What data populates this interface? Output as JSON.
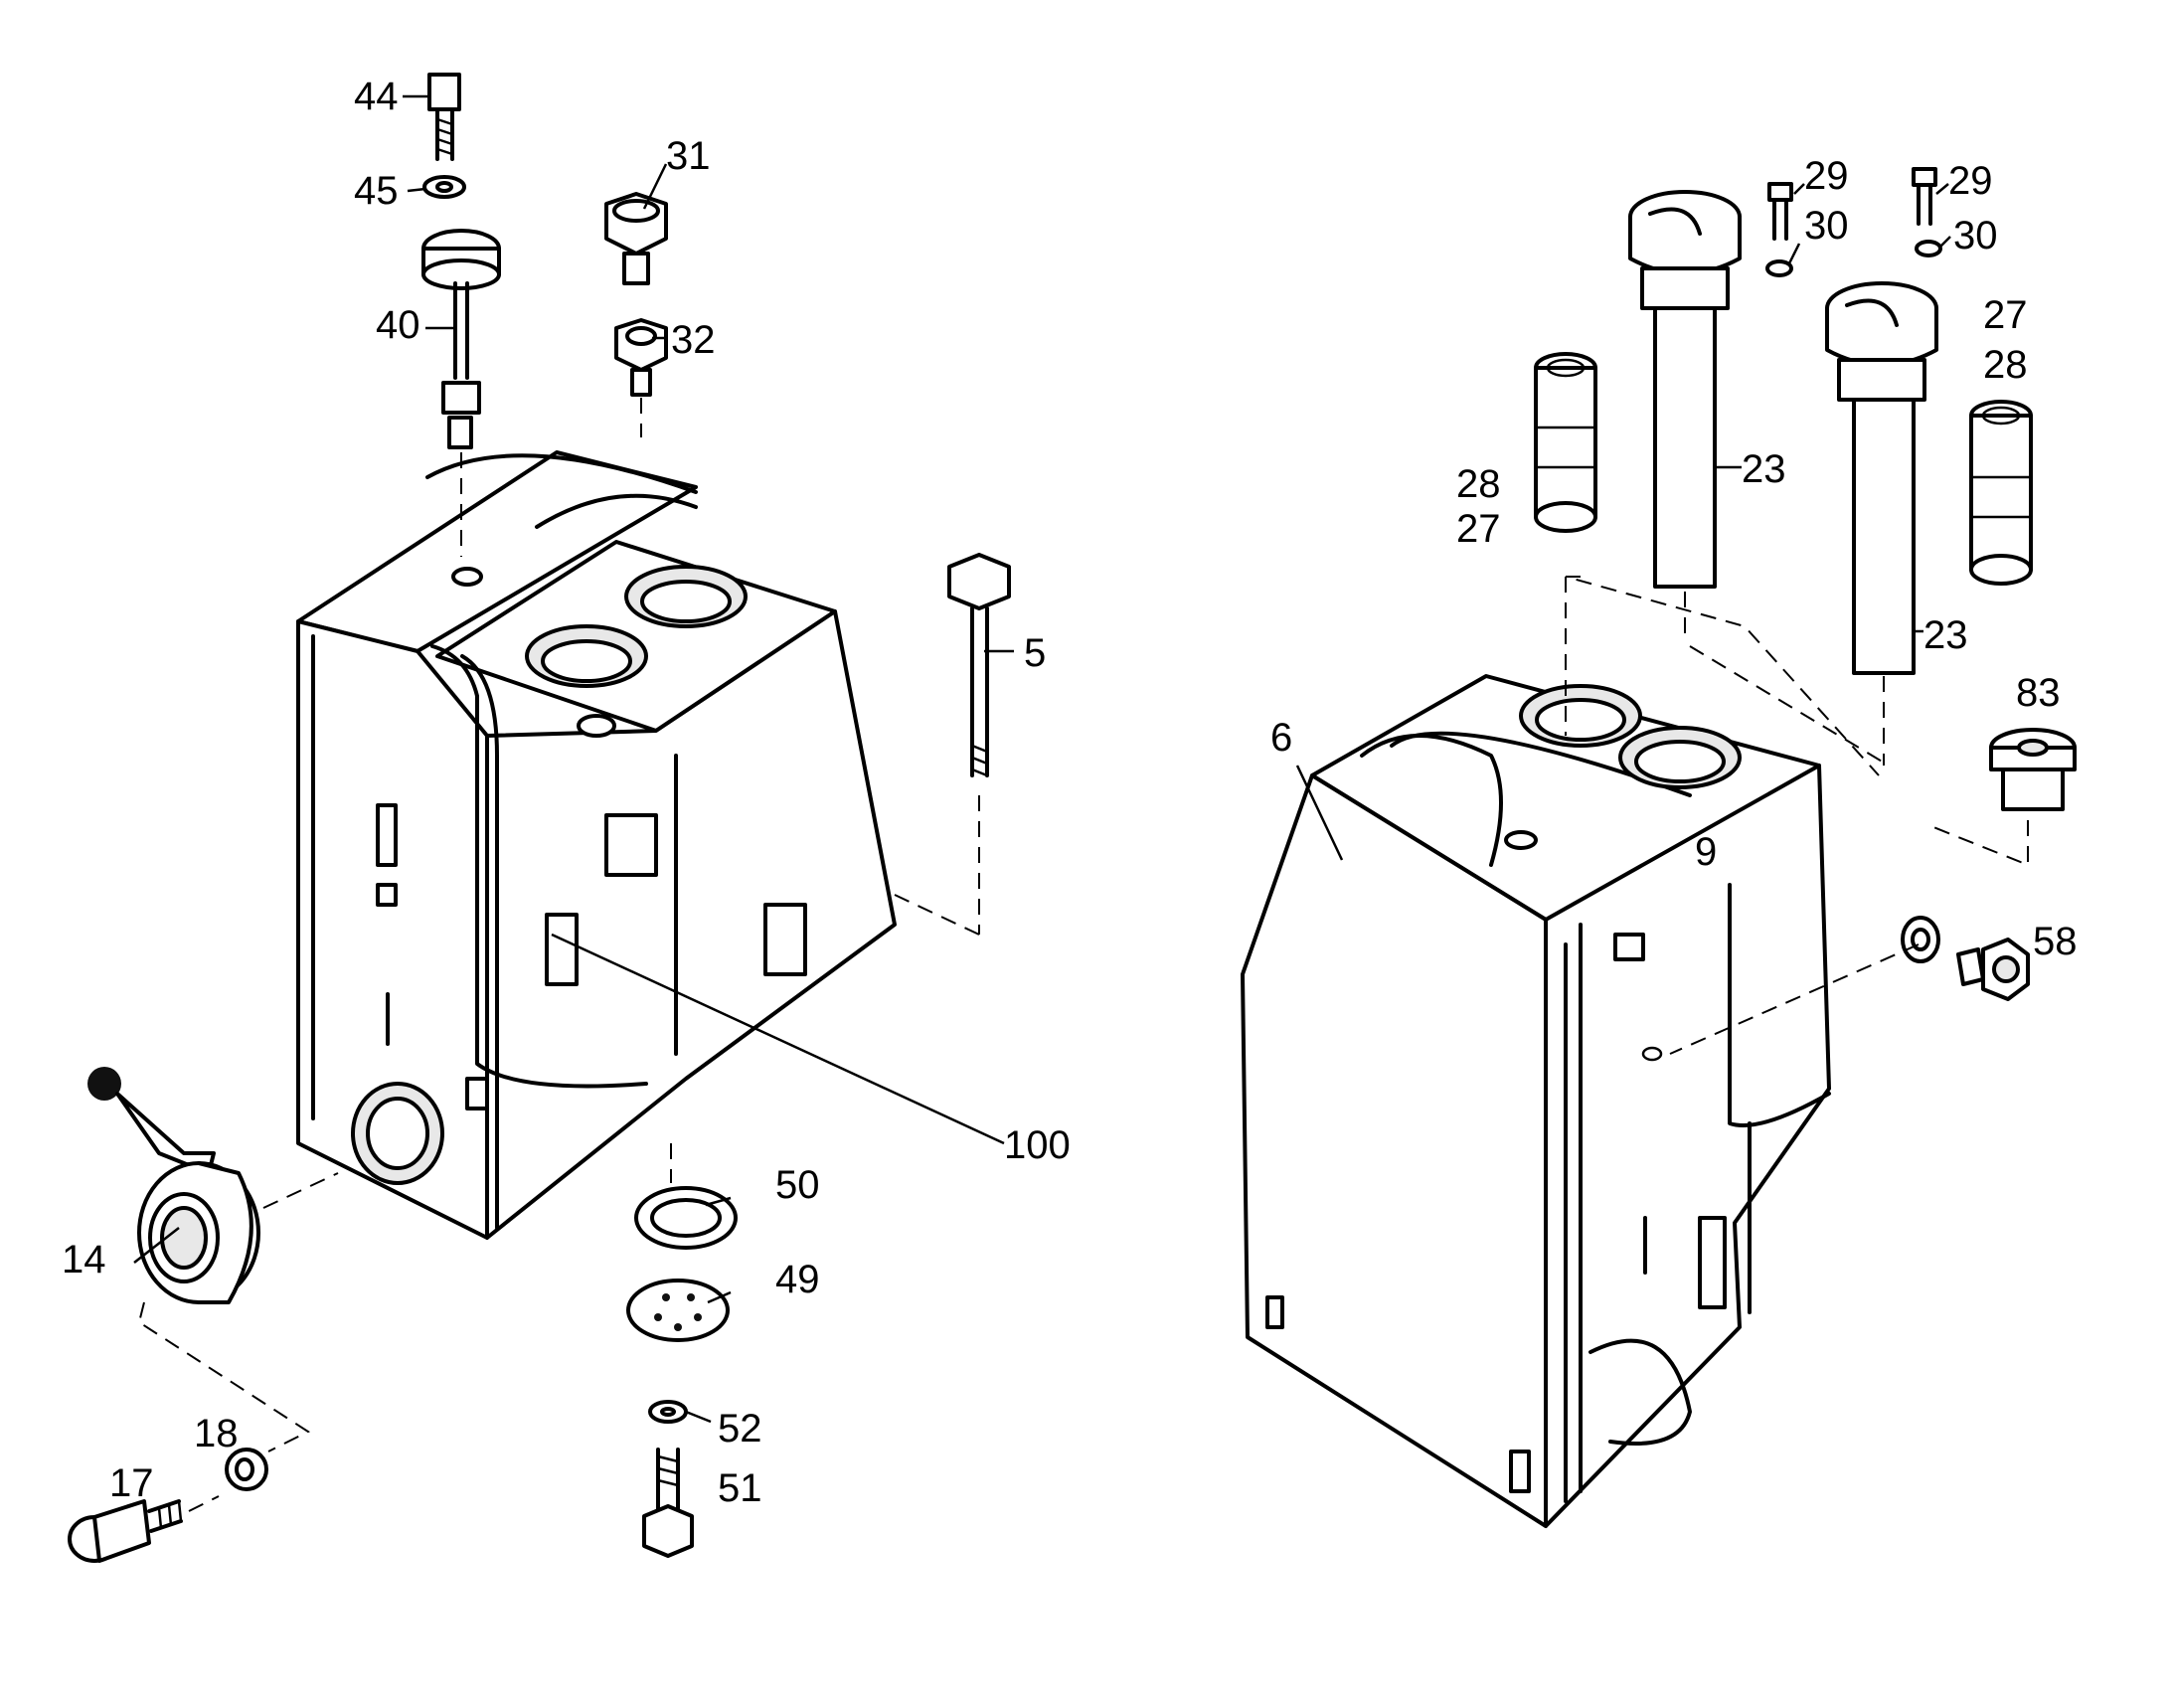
{
  "diagram": {
    "left_assembly": {
      "labels": {
        "l44": "44",
        "l45": "45",
        "l31": "31",
        "l40": "40",
        "l32": "32",
        "l5": "5",
        "l100": "100",
        "l50": "50",
        "l49": "49",
        "l14": "14",
        "l18": "18",
        "l17": "17",
        "l52": "52",
        "l51": "51"
      }
    },
    "right_assembly": {
      "labels": {
        "l29a": "29",
        "l30a": "30",
        "l29b": "29",
        "l30b": "30",
        "l28a": "28",
        "l27a": "27",
        "l23a": "23",
        "l27b": "27",
        "l28b": "28",
        "l23b": "23",
        "l83": "83",
        "l6": "6",
        "l9": "9",
        "l58": "58"
      }
    }
  }
}
